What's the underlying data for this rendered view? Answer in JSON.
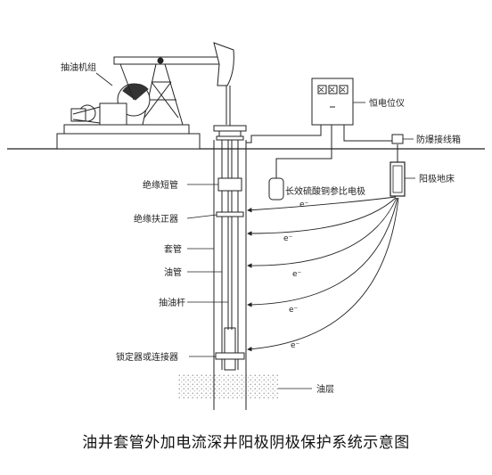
{
  "labels": {
    "pump_unit": "抽油机组",
    "potentiostat": "恒电位仪",
    "junction_box": "防爆接线箱",
    "reference_electrode": "长效硫酸铜参比电极",
    "anode_bed": "阳极地床",
    "insulating_nipple": "绝缘短管",
    "insulating_centralizer": "绝缘扶正器",
    "casing": "套管",
    "tubing": "油管",
    "sucker_rod": "抽油杆",
    "anchor_connector": "锁定器或连接器",
    "oil_layer": "油层"
  },
  "electron_label": "e⁻",
  "caption": "油井套管外加电流深井阳极阴极保护系统示意图"
}
